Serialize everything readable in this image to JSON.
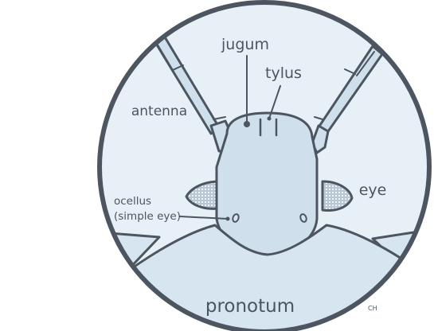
{
  "diagram": {
    "labels": {
      "jugum": "jugum",
      "tylus": "tylus",
      "antenna": "antenna",
      "eye": "eye",
      "ocellus_line1": "ocellus",
      "ocellus_line2": "(simple eye)",
      "pronotum": "pronotum",
      "signature": "CH"
    },
    "colors": {
      "outline": "#4c5560",
      "background": "#e8f0f7",
      "body": "#cfe0ec",
      "pronotum": "#d6e5f0"
    }
  }
}
